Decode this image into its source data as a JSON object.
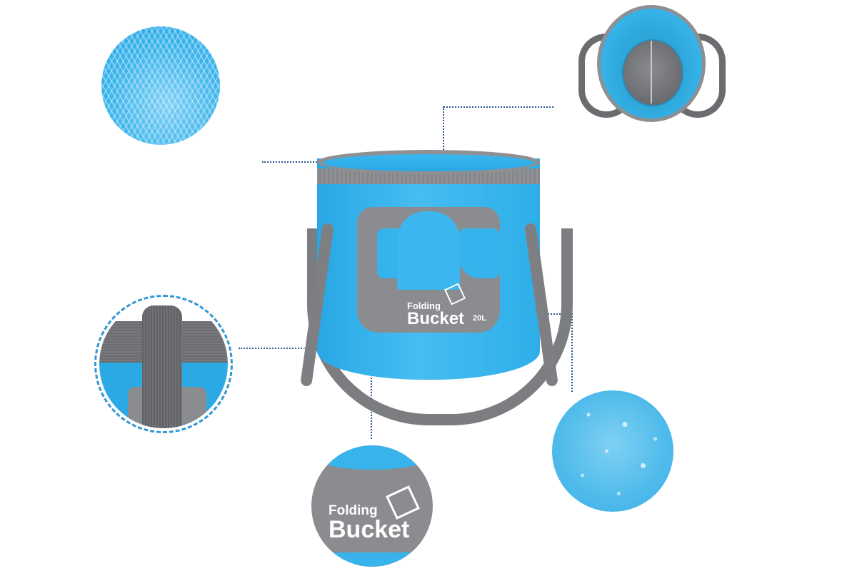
{
  "product": {
    "name": "Folding Bucket",
    "logo_small": "Folding",
    "logo_large": "Bucket",
    "capacity": "20L"
  },
  "colors": {
    "bucket_blue": "#2eaee8",
    "trim_gray": "#8a8c90",
    "strap_gray": "#7b7d80",
    "callout_line": "#2a5591",
    "dashed_border": "#3196d2",
    "background": "#ffffff"
  },
  "callouts": [
    {
      "id": "texture",
      "description": "fabric texture detail"
    },
    {
      "id": "top-view",
      "description": "top view interior"
    },
    {
      "id": "strap",
      "description": "strap attachment detail"
    },
    {
      "id": "logo",
      "description": "Folding Bucket logo detail"
    },
    {
      "id": "waterproof",
      "description": "water droplets surface detail"
    }
  ]
}
